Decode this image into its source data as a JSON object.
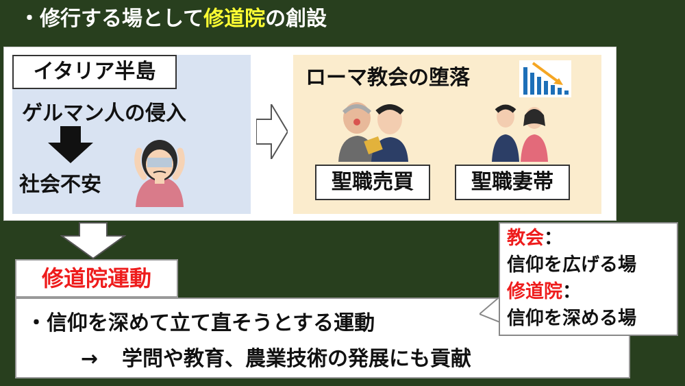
{
  "title": {
    "prefix": "・修行する場として",
    "highlight": "修道院",
    "suffix": "の創設"
  },
  "left_panel": {
    "region": "イタリア半島",
    "invasion": "ゲルマン人の侵入",
    "anxiety": "社会不安"
  },
  "right_panel": {
    "heading": "ローマ教会の堕落",
    "tag_simony": "聖職売買",
    "tag_clergy": "聖職妻帯"
  },
  "movement": {
    "label": "修道院運動",
    "desc1": "・信仰を深めて立て直そうとする運動",
    "desc2_arrow": "→",
    "desc2": "学問や教育、農業技術の発展にも貢献"
  },
  "callout": {
    "church_label": "教会",
    "colon": "：",
    "church_role": "信仰を広げる場",
    "monastery_label": "修道院",
    "monastery_role": "信仰を深める場"
  },
  "colors": {
    "background": "#283f1e",
    "highlight": "#ffff33",
    "accent_red": "#ee1c1c",
    "left_panel": "#d9e3f2",
    "right_panel": "#fbeccd"
  }
}
